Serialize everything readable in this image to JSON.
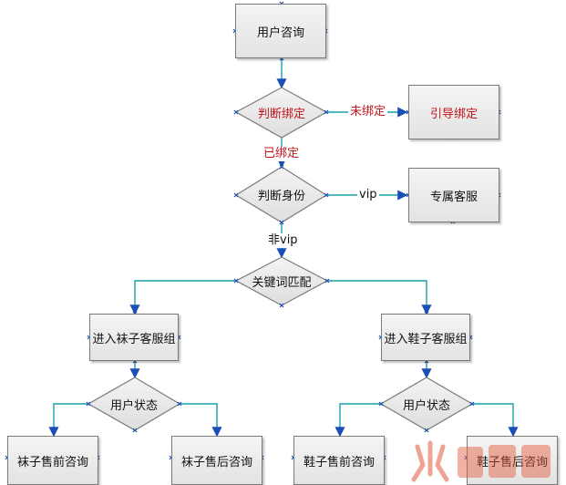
{
  "nodes": {
    "consult": "用户咨询",
    "judge_bind": "判断绑定",
    "guide_bind": "引导绑定",
    "judge_identity": "判断身份",
    "vip_service": "专属客服",
    "keyword_match": "关键词匹配",
    "sock_group": "进入袜子客服组",
    "shoe_group": "进入鞋子客服组",
    "user_state_left": "用户状态",
    "user_state_right": "用户状态",
    "sock_presale": "袜子售前咨询",
    "sock_aftersale": "袜子售后咨询",
    "shoe_presale": "鞋子售前咨询",
    "shoe_aftersale": "鞋子售后咨询"
  },
  "edge_labels": {
    "unbound": "未绑定",
    "bound": "已绑定",
    "vip": "vip",
    "non_vip": "非vip"
  },
  "colors": {
    "line": "#1aa0a8",
    "arrow": "#1a4fb5",
    "highlight": "#c0141b"
  }
}
